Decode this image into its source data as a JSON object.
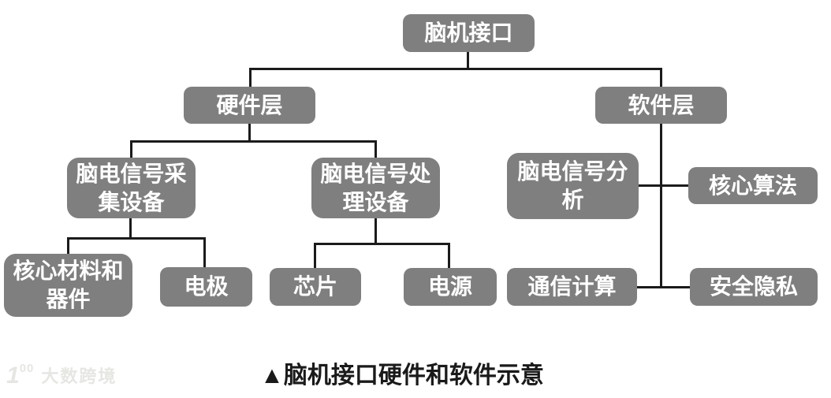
{
  "colors": {
    "node_background": "#7f7f7f",
    "node_text": "#ffffff",
    "connector_line": "#1b1b1b",
    "caption_text": "#1a1a1a",
    "watermark_text": "#e6e6e3",
    "page_background": "#ffffff"
  },
  "tree": {
    "label": "脑机接口",
    "children": [
      {
        "label": "硬件层",
        "children": [
          {
            "label": "脑电信号采集设备",
            "children": [
              {
                "label": "核心材料和器件"
              },
              {
                "label": "电极"
              }
            ]
          },
          {
            "label": "脑电信号处理设备",
            "children": [
              {
                "label": "芯片"
              },
              {
                "label": "电源"
              }
            ]
          }
        ]
      },
      {
        "label": "软件层",
        "children": [
          {
            "label": "脑电信号分析"
          },
          {
            "label": "核心算法"
          },
          {
            "label": "通信计算"
          },
          {
            "label": "安全隐私"
          }
        ]
      }
    ]
  },
  "caption": {
    "text": "▲脑机接口硬件和软件示意"
  },
  "watermark": {
    "logo_1": "1",
    "logo_00": "00",
    "brand": "大数跨境"
  }
}
